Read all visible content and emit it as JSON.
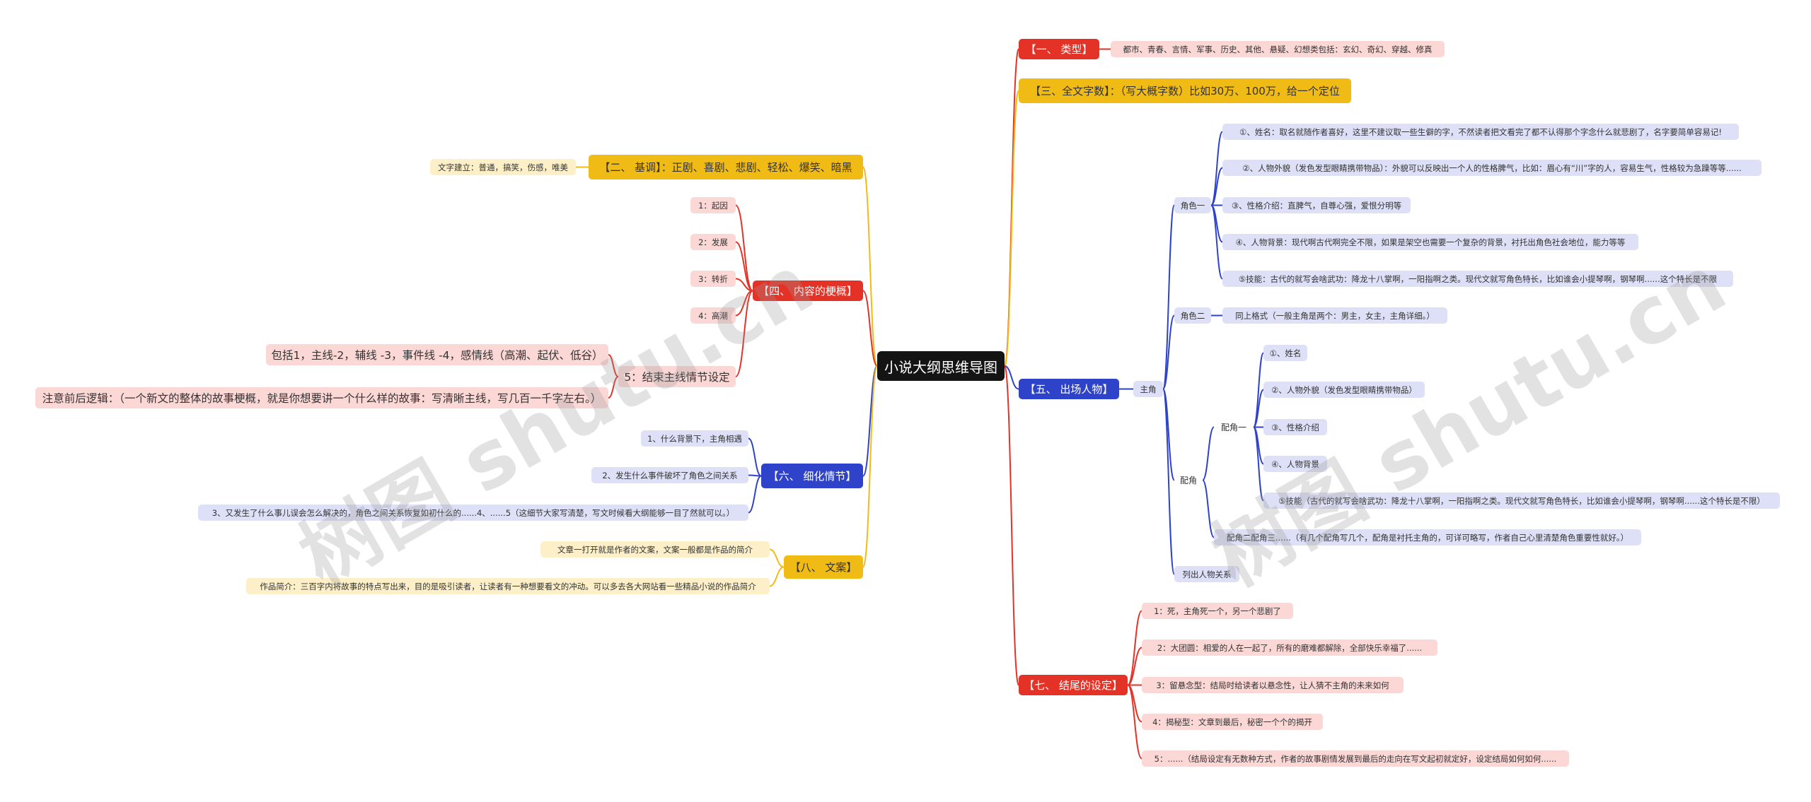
{
  "root": "小说大纲思维导图",
  "watermark": "树图 shutu.cn",
  "colors": {
    "red": "#e53227",
    "yellow": "#f1bb16",
    "blue": "#2e43c9",
    "pink": "#fbd7d6",
    "lavender": "#dde0f6",
    "cream": "#fdf0c8"
  },
  "right": {
    "type": {
      "label": "【一、 类型】",
      "detail": "都市、青春、言情、军事、历史、其他、悬疑、幻想类包括：玄幻、奇幻、穿越、修真"
    },
    "wordcount": {
      "label": "【三、全文字数】：（写大概字数）比如30万、100万，给一个定位"
    },
    "characters": {
      "label": "【五、 出场人物】",
      "protagonist": "主角",
      "role1": {
        "label": "角色一",
        "items": [
          "①、姓名：取名就随作者喜好，这里不建议取一些生僻的字，不然读者把文看完了都不认得那个字念什么就悲剧了，名字要简单容易记!",
          "②、人物外貌（发色发型眼睛携带物品）：外貌可以反映出一个人的性格脾气，比如：眉心有“川”字的人，容易生气，性格较为急躁等等......",
          "③、性格介绍：直脾气，自尊心强，爱恨分明等",
          "④、人物背景：现代啊古代啊完全不限，如果是架空也需要一个复杂的背景，衬托出角色社会地位，能力等等",
          "⑤技能：古代的就写会啥武功：降龙十八掌啊，一阳指啊之类。现代文就写角色特长，比如谁会小提琴啊，钢琴啊......这个特长是不限"
        ]
      },
      "role2": {
        "label": "角色二",
        "item": "同上格式（一般主角是两个：男主，女主，主角详细。）"
      },
      "supporting": {
        "label": "配角",
        "sup1": {
          "label": "配角一",
          "items": [
            "①、姓名",
            "②、人物外貌（发色发型眼睛携带物品）",
            "③、性格介绍",
            "④、人物背景",
            "⑤技能（古代的就写会啥武功：降龙十八掌啊，一阳指啊之类。现代文就写角色特长，比如谁会小提琴啊，钢琴啊......这个特长是不限）"
          ]
        },
        "sup2": "配角二配角三......（有几个配角写几个，配角是衬托主角的，可详可略写，作者自己心里清楚角色重要性就好。）"
      },
      "listall": "列出人物关系"
    },
    "ending": {
      "label": "【七、 结尾的设定】",
      "items": [
        "1：死，主角死一个，另一个悲剧了",
        "2：大团圆：相爱的人在一起了，所有的磨难都解除，全部快乐幸福了......",
        "3：留悬念型：结局时给读者以悬念性，让人猜不主角的未来如何",
        "4：揭秘型：文章到最后，秘密一个个的揭开",
        "5：......（结局设定有无数种方式，作者的故事剧情发展到最后的走向在写文起初就定好，设定结局如何如何......"
      ]
    }
  },
  "left": {
    "tone": {
      "label": "【二、 基调】：正剧、喜剧、悲剧、轻松、爆笑、暗黑",
      "detail": "文字建立：普通，搞笑，伤感，唯美"
    },
    "summary": {
      "label": "【四、 内容的梗概】",
      "items": [
        "1：起因",
        "2：发展",
        "3：转折",
        "4：高潮",
        "5：结束主线情节设定"
      ],
      "sub5a": "包括1，主线-2，辅线 -3，事件线 -4，感情线（高潮、起伏、低谷）",
      "sub5b": "注意前后逻辑：（一个新文的整体的故事梗概，就是你想要讲一个什么样的故事：写清晰主线，写几百一千字左右。）"
    },
    "detail": {
      "label": "【六、 细化情节】",
      "items": [
        "1、什么背景下，主角相遇",
        "2、发生什么事件破坏了角色之间关系",
        "3、又发生了什么事儿误会怎么解决的，角色之间关系恢复如初什么的......4、......5（这细节大家写清楚，写文时候看大纲能够一目了然就可以。）"
      ]
    },
    "copy": {
      "label": "【八、 文案】",
      "items": [
        "文章一打开就是作者的文案，文案一般都是作品的简介",
        "作品简介：三百字内将故事的特点写出来，目的是吸引读者，让读者有一种想要看文的冲动。可以多去各大网站看一些精品小说的作品简介"
      ]
    }
  }
}
